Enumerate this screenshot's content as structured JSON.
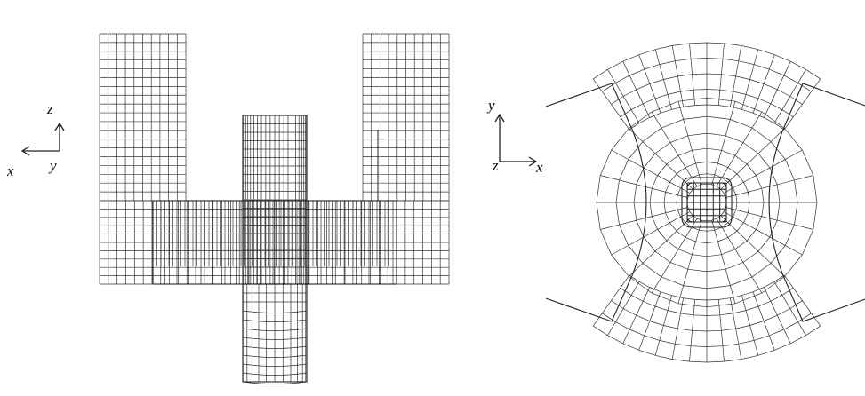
{
  "left_view": {
    "axes": {
      "vertical": "z",
      "horizontal": "x",
      "out_of_plane": "y"
    }
  },
  "right_view": {
    "axes": {
      "vertical": "y",
      "horizontal": "x",
      "out_of_plane": "z"
    }
  }
}
